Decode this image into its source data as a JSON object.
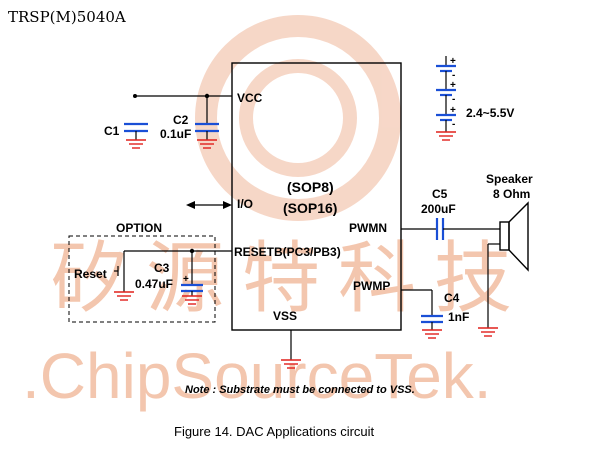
{
  "header": {
    "part_number": "TRSP(M)5040A"
  },
  "watermark": {
    "cn": "矽源特科技",
    "en": ".ChipSourceTek."
  },
  "chip": {
    "package1": "(SOP8)",
    "package2": "(SOP16)"
  },
  "pins": {
    "vcc": "VCC",
    "io": "I/O",
    "resetb": "RESETB(PC3/PB3)",
    "pwmn": "PWMN",
    "pwmp": "PWMP",
    "vss": "VSS"
  },
  "components": {
    "c1": {
      "ref": "C1"
    },
    "c2": {
      "ref": "C2",
      "value": "0.1uF"
    },
    "c3": {
      "ref": "C3",
      "value": "0.47uF"
    },
    "c4": {
      "ref": "C4",
      "value": "1nF"
    },
    "c5": {
      "ref": "C5",
      "value": "200uF"
    },
    "reset": "Reset",
    "option": "OPTION",
    "speaker": {
      "line1": "Speaker",
      "line2": "8 Ohm"
    },
    "battery": {
      "voltage": "2.4~5.5V",
      "plus": "+",
      "minus": "-"
    }
  },
  "note": "Note : Substrate must be connected to VSS.",
  "caption": "Figure 14.  DAC Applications circuit",
  "colors": {
    "wire": "#000000",
    "capacitor": "#1a4fd6",
    "ground": "#e0201c",
    "watermark": "#f2c0a6"
  }
}
